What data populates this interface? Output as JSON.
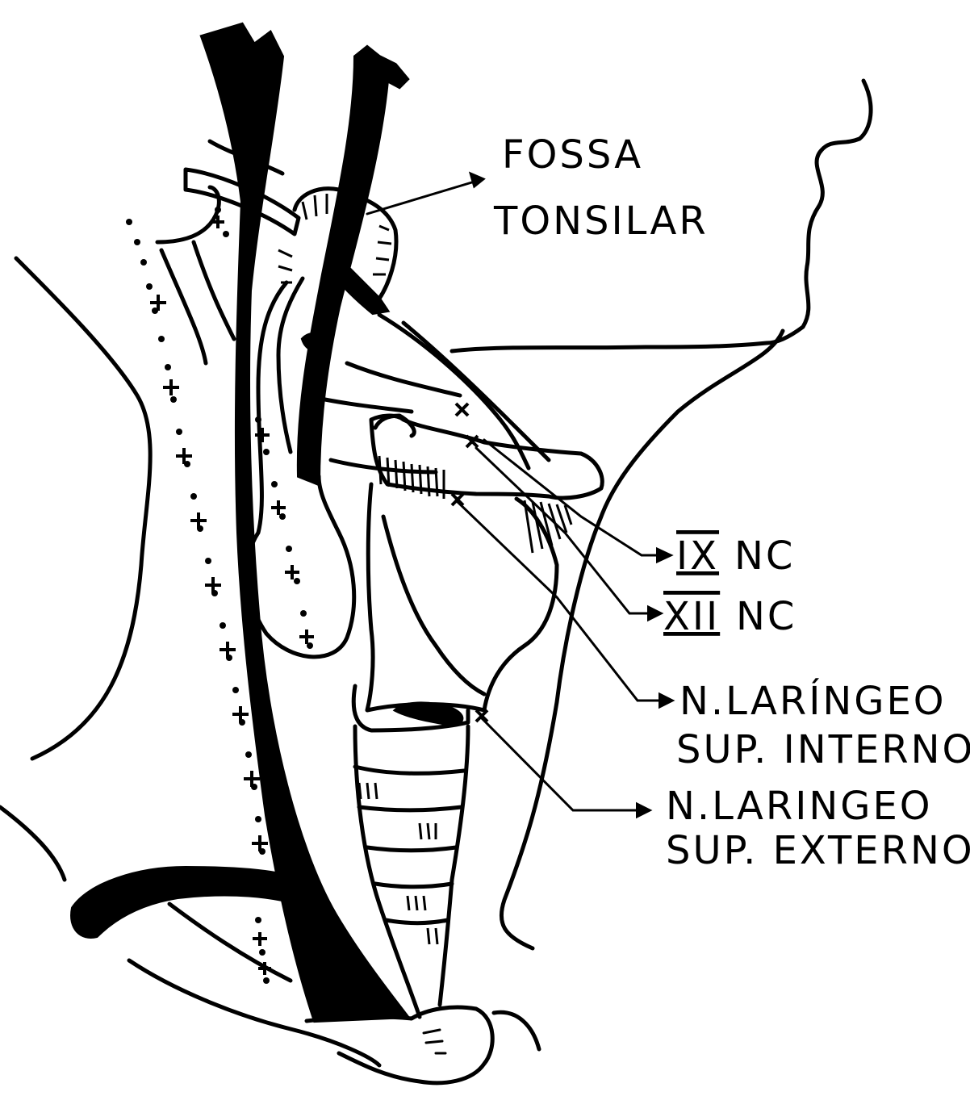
{
  "labels": {
    "fossa_line1": "FOSSA",
    "fossa_line2": "TONSILAR",
    "ix_numeral": "IX",
    "ix_suffix": "NC",
    "xii_numeral": "XII",
    "xii_suffix": "NC",
    "lar_int_line1": "N.LARÍNGEO",
    "lar_int_line2": "SUP. INTERNO",
    "lar_ext_line1": "N.LARINGEO",
    "lar_ext_line2": "SUP. EXTERNO"
  },
  "colors": {
    "ink": "#000000",
    "paper": "#ffffff"
  }
}
